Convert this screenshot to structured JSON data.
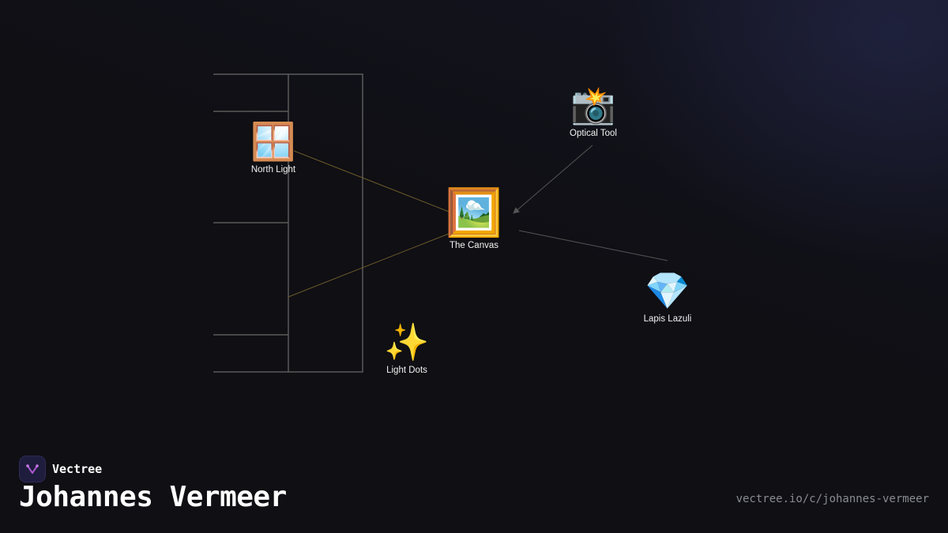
{
  "diagram": {
    "nodes": [
      {
        "id": "north-light",
        "emoji": "🪟",
        "label": "North Light",
        "icon": "window-icon"
      },
      {
        "id": "optical-tool",
        "emoji": "📸",
        "label": "Optical Tool",
        "icon": "camera-flash-icon"
      },
      {
        "id": "the-canvas",
        "emoji": "🖼️",
        "label": "The Canvas",
        "icon": "framed-picture-icon"
      },
      {
        "id": "lapis-lazuli",
        "emoji": "💎",
        "label": "Lapis Lazuli",
        "icon": "gem-icon"
      },
      {
        "id": "light-dots",
        "emoji": "✨",
        "label": "Light Dots",
        "icon": "sparkles-icon"
      }
    ],
    "edges": [
      {
        "from": "north-light",
        "to": "the-canvas",
        "color": "#6b5a2a"
      },
      {
        "from": "optical-tool",
        "to": "the-canvas",
        "color": "#555555",
        "arrow": true
      },
      {
        "from": "the-canvas",
        "to": "lapis-lazuli",
        "color": "#555555"
      },
      {
        "from": "the-canvas",
        "to": "light-dots",
        "color": "#6b5a2a"
      }
    ],
    "window_frame_color": "#5a5a5a"
  },
  "brand": {
    "name": "Vectree",
    "icon": "vectree-logo-icon",
    "accent": "#b05ad6"
  },
  "title": "Johannes Vermeer",
  "url": "vectree.io/c/johannes-vermeer",
  "colors": {
    "background": "#0f0f14",
    "text": "#ffffff",
    "muted": "#8a8a93"
  }
}
